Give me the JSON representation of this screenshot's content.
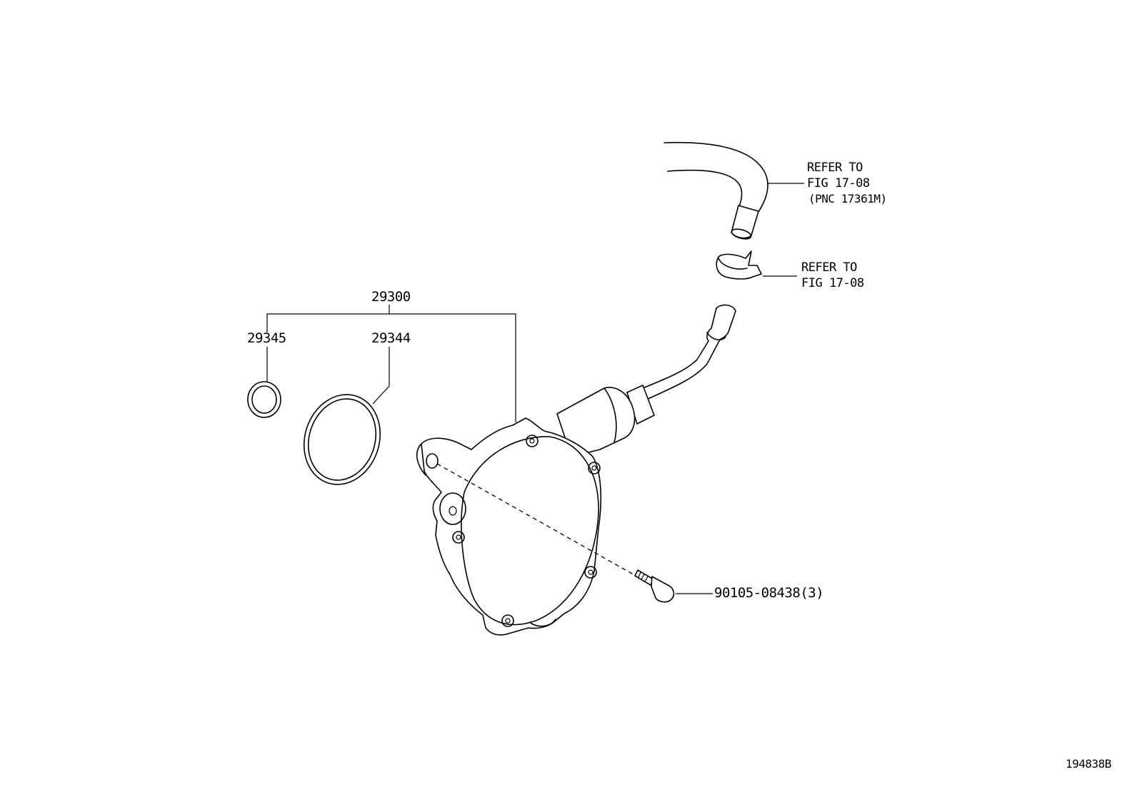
{
  "parts": {
    "assembly": {
      "number": "29300"
    },
    "o_ring_small": {
      "number": "29345"
    },
    "o_ring_large": {
      "number": "29344"
    },
    "bolt": {
      "number": "90105-08438(3)"
    }
  },
  "references": {
    "hose": {
      "line1": "REFER TO",
      "line2": "FIG 17-08",
      "line3": "(PNC 17361M)"
    },
    "clip": {
      "line1": "REFER TO",
      "line2": "FIG 17-08"
    }
  },
  "figure_id": "194838B"
}
